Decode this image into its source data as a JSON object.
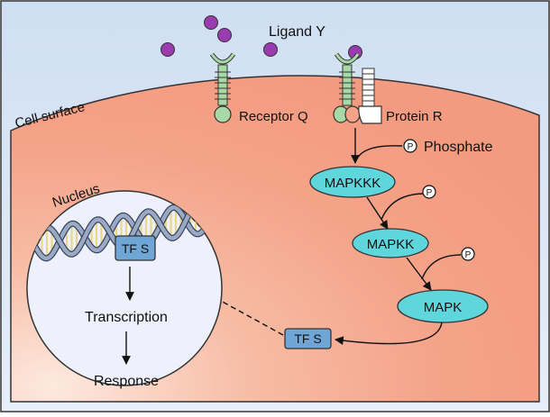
{
  "labels": {
    "ligand": "Ligand Y",
    "cell_surface": "Cell surface",
    "receptor": "Receptor Q",
    "protein": "Protein R",
    "phosphate": "Phosphate",
    "nucleus": "Nucleus",
    "transcription": "Transcription",
    "response": "Response"
  },
  "cascade": {
    "kinase1": "MAPKKK",
    "kinase2": "MAPKK",
    "kinase3": "MAPK",
    "phospho_symbol": "P",
    "tf_cytoplasm": "TF S",
    "tf_nucleus": "TF S"
  },
  "colors": {
    "sky": "#d9e6f5",
    "cell": "#f4a389",
    "cell_light": "#fbe1d5",
    "nucleus_fill": "#eef1fb",
    "kinase": "#5fd6dc",
    "ligand": "#9b3bb0",
    "receptor_green": "#a7d8a5",
    "tf_blue": "#6fa6d6",
    "dna_strand": "#9aa9c4",
    "dna_rung": "#e9d88a"
  }
}
